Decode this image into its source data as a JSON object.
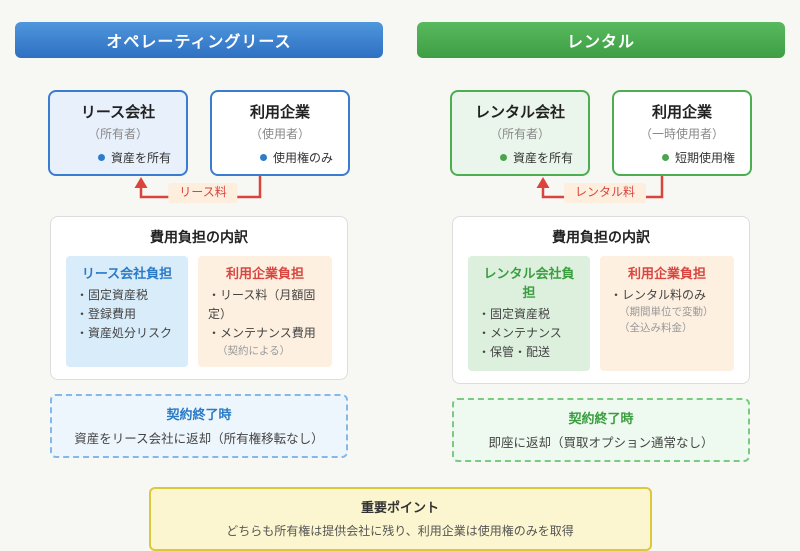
{
  "page": {
    "background": "#f7f7f4"
  },
  "colors": {
    "lease_accent": "#3a7cd0",
    "rental_accent": "#4cae50",
    "fee_arrow": "#d9453a",
    "user_burden_title": "#d9453f",
    "important_border": "#ddc83c"
  },
  "columns": [
    {
      "id": "operating-lease",
      "banner": {
        "label": "オペレーティングリース"
      },
      "provider_box": {
        "title": "リース会社",
        "subtitle": "（所有者）",
        "bullet": "資産を所有"
      },
      "user_box": {
        "title": "利用企業",
        "subtitle": "（使用者）",
        "bullet": "使用権のみ"
      },
      "fee_label": "リース料",
      "cost_card": {
        "title": "費用負担の内訳",
        "provider": {
          "title": "リース会社負担",
          "items": [
            "・固定資産税",
            "・登録費用",
            "・資産処分リスク"
          ]
        },
        "user": {
          "title": "利用企業負担",
          "items": [
            "・リース料（月額固定）",
            "・メンテナンス費用"
          ],
          "notes": [
            "（契約による）"
          ]
        }
      },
      "contract_end": {
        "title": "契約終了時",
        "text": "資産をリース会社に返却（所有権移転なし）"
      }
    },
    {
      "id": "rental",
      "banner": {
        "label": "レンタル"
      },
      "provider_box": {
        "title": "レンタル会社",
        "subtitle": "（所有者）",
        "bullet": "資産を所有"
      },
      "user_box": {
        "title": "利用企業",
        "subtitle": "（一時使用者）",
        "bullet": "短期使用権"
      },
      "fee_label": "レンタル料",
      "cost_card": {
        "title": "費用負担の内訳",
        "provider": {
          "title": "レンタル会社負担",
          "items": [
            "・固定資産税",
            "・メンテナンス",
            "・保管・配送"
          ]
        },
        "user": {
          "title": "利用企業負担",
          "items": [
            "・レンタル料のみ"
          ],
          "notes": [
            "（期間単位で変動）",
            "（全込み料金）"
          ]
        }
      },
      "contract_end": {
        "title": "契約終了時",
        "text": "即座に返却（買取オプション通常なし）"
      }
    }
  ],
  "important": {
    "title": "重要ポイント",
    "text": "どちらも所有権は提供会社に残り、利用企業は使用権のみを取得"
  }
}
